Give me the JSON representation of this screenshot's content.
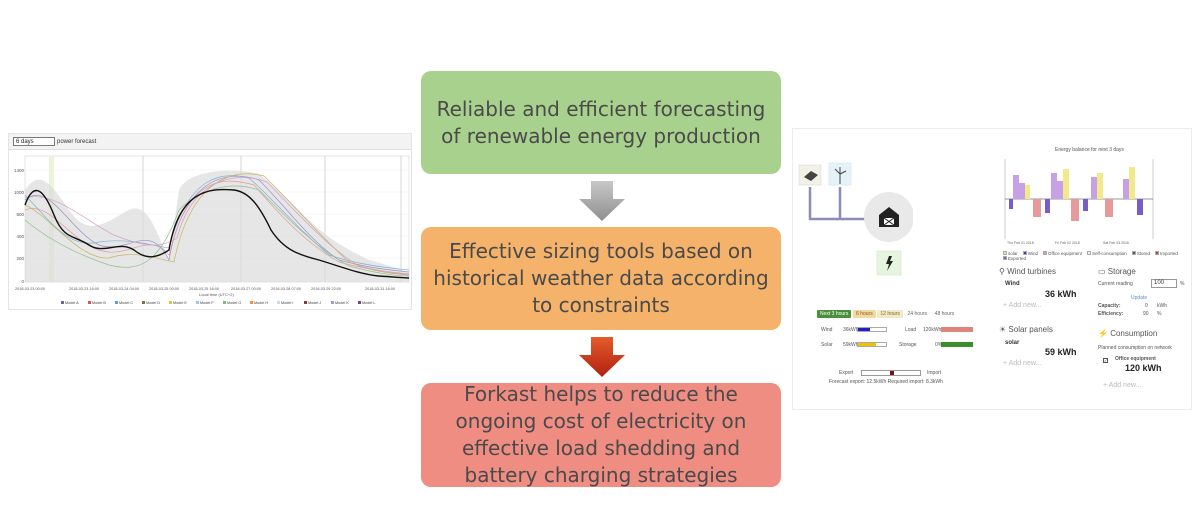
{
  "flow": {
    "box1": "Reliable and efficient forecasting of renewable energy production",
    "box2": "Effective sizing tools based on historical weather data according to constraints",
    "box3": "Forkast helps to reduce the ongoing cost of electricity on effective load shedding and battery charging strategies",
    "colors": {
      "box1": "#a9d18e",
      "box2": "#f4b26a",
      "box3": "#ef8d82",
      "arrow1": "#9e9e9e",
      "arrow2": "#c0392b"
    }
  },
  "left_chart": {
    "select_value": "6 days",
    "select_label": "power forecast",
    "xlabel": "Local time (UTC+2)",
    "legend": [
      "Model A",
      "Model B",
      "Model C",
      "Model D",
      "Model E",
      "Model F",
      "Model G",
      "Model H",
      "Model I",
      "Model J",
      "Model K",
      "Model L"
    ]
  },
  "right_dash": {
    "chart_title": "Energy balance for next 3 days",
    "chart_legend": [
      "solar",
      "Wind",
      "Office equipment",
      "Self-consumption",
      "Stored",
      "Imported",
      "Exported"
    ],
    "dates": [
      "Thu Feb 01 2018",
      "Fri Feb 02 2018",
      "Sat Feb 03 2018"
    ],
    "horizons": [
      "Next 3 hours",
      "6 hours",
      "12 hours",
      "24 hours",
      "48 hours"
    ],
    "wind_label": "Wind",
    "wind_val": "36kWh",
    "solar_label": "Solar",
    "solar_val": "59kWh",
    "load_label": "Load",
    "load_val": "120kWh",
    "storage_label": "Storage",
    "storage_val": "0%",
    "export_label": "Export",
    "import_label": "Import",
    "forecast_text": "Forecast export: 12.5kWh Required import: 8.3kWh",
    "wind_turbines_title": "Wind turbines",
    "wind_item": "Wind",
    "wind_kwh": "36 kWh",
    "solar_panels_title": "Solar panels",
    "solar_item": "solar",
    "solar_kwh": "59 kWh",
    "add_new": "Add new...",
    "storage_title": "Storage",
    "current_reading_label": "Current reading",
    "current_reading_value": "100",
    "percent": "%",
    "update": "Update",
    "capacity_label": "Capacity:",
    "capacity_value": "0",
    "capacity_unit": "kWh",
    "efficiency_label": "Efficiency:",
    "efficiency_value": "90",
    "efficiency_unit": "%",
    "consumption_title": "Consumption",
    "planned_label": "Planned consumption on network",
    "office_label": "Office equipment",
    "office_kwh": "120 kWh"
  }
}
